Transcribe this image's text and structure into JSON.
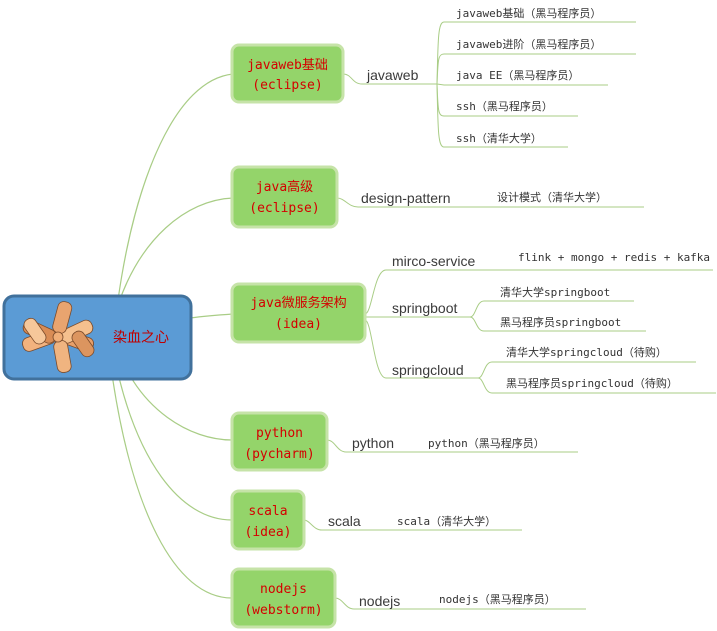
{
  "colors": {
    "line": "#a9cd86",
    "node_fill": "#94d46a",
    "node_border": "#c6e3a8",
    "node_text": "#d40000",
    "root_fill": "#5b9bd5",
    "root_border": "#41719c",
    "root_text": "#c00000"
  },
  "root": {
    "label": "染血之心",
    "icon": "joined-hands-icon"
  },
  "branches": [
    {
      "title": "javaweb基础",
      "ide": "(eclipse)",
      "groups": [
        {
          "label": "javaweb",
          "leaves": [
            "javaweb基础（黑马程序员）",
            "javaweb进阶（黑马程序员）",
            "java EE（黑马程序员）",
            "ssh（黑马程序员）",
            "ssh（清华大学）"
          ]
        }
      ]
    },
    {
      "title": "java高级",
      "ide": "(eclipse)",
      "groups": [
        {
          "label": "design-pattern",
          "leaves": [
            "设计模式（清华大学）"
          ]
        }
      ]
    },
    {
      "title": "java微服务架构",
      "ide": "(idea)",
      "groups": [
        {
          "label": "mirco-service",
          "leaves": [
            "flink + mongo + redis + kafka"
          ]
        },
        {
          "label": "springboot",
          "leaves": [
            "清华大学springboot",
            "黑马程序员springboot"
          ]
        },
        {
          "label": "springcloud",
          "leaves": [
            "清华大学springcloud（待购）",
            "黑马程序员springcloud（待购）"
          ]
        }
      ]
    },
    {
      "title": "python",
      "ide": "(pycharm)",
      "groups": [
        {
          "label": "python",
          "leaves": [
            "python（黑马程序员）"
          ]
        }
      ]
    },
    {
      "title": "scala",
      "ide": "(idea)",
      "groups": [
        {
          "label": "scala",
          "leaves": [
            "scala（清华大学）"
          ]
        }
      ]
    },
    {
      "title": "nodejs",
      "ide": "(webstorm)",
      "groups": [
        {
          "label": "nodejs",
          "leaves": [
            "nodejs（黑马程序员）"
          ]
        }
      ]
    }
  ]
}
